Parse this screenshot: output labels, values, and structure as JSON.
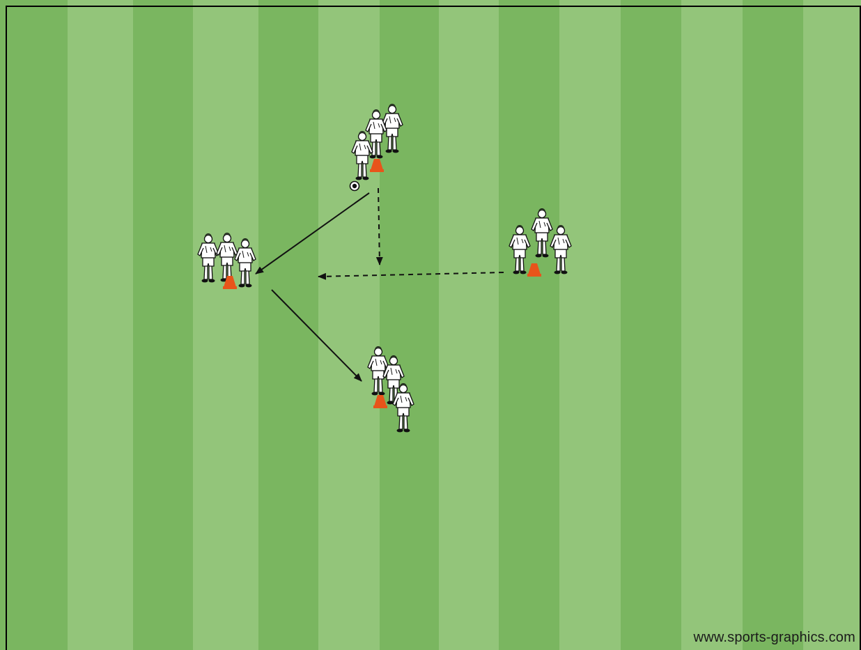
{
  "pitch": {
    "stripe_dark": "#7ab660",
    "stripe_light": "#93c57a",
    "border_color": "#000000"
  },
  "elements": {
    "player_color": "#ffffff",
    "player_outline": "#111111",
    "cone_color": "#e8541a",
    "arrow_color": "#111111"
  },
  "groups": [
    {
      "name": "top-group",
      "players": 3,
      "has_ball": true
    },
    {
      "name": "left-group",
      "players": 3,
      "has_ball": false
    },
    {
      "name": "right-group",
      "players": 3,
      "has_ball": false
    },
    {
      "name": "bottom-group",
      "players": 3,
      "has_ball": false
    }
  ],
  "arrows": [
    {
      "name": "pass-top-to-left",
      "style": "solid"
    },
    {
      "name": "pass-left-to-bottom",
      "style": "solid"
    },
    {
      "name": "run-top-down",
      "style": "dashed"
    },
    {
      "name": "run-right-to-left",
      "style": "dashed"
    }
  ],
  "watermark": "www.sports-graphics.com"
}
